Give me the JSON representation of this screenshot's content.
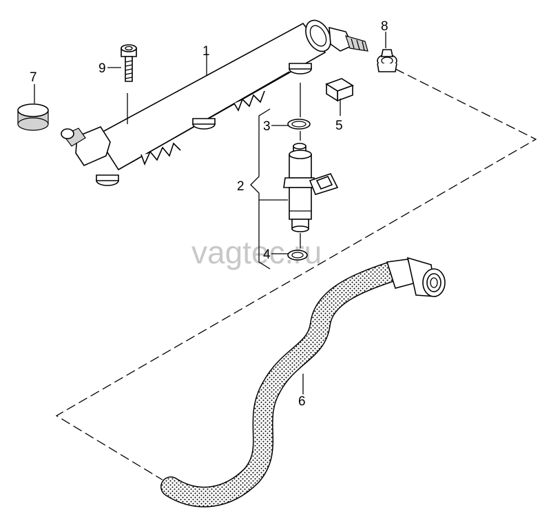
{
  "watermark": "vagtec.ru",
  "labels": {
    "p1": "1",
    "p2": "2",
    "p3": "3",
    "p4": "4",
    "p5": "5",
    "p6": "6",
    "p7": "7",
    "p8": "8",
    "p9": "9"
  }
}
